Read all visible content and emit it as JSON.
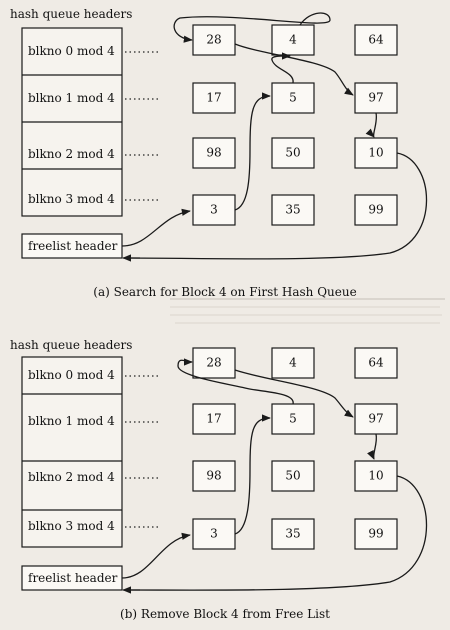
{
  "panels": [
    {
      "id": "a",
      "header": "hash queue headers",
      "rows": [
        "blkno 0 mod 4",
        "blkno 1 mod 4",
        "blkno 2 mod 4",
        "blkno 3 mod 4"
      ],
      "blocks": [
        [
          "28",
          "4",
          "64"
        ],
        [
          "17",
          "5",
          "97"
        ],
        [
          "98",
          "50",
          "10"
        ],
        [
          "3",
          "35",
          "99"
        ]
      ],
      "freelist": "freelist header",
      "caption": "(a) Search for Block 4 on First Hash Queue"
    },
    {
      "id": "b",
      "header": "hash queue headers",
      "rows": [
        "blkno 0 mod 4",
        "blkno 1 mod 4",
        "blkno 2 mod 4",
        "blkno 3 mod 4"
      ],
      "blocks": [
        [
          "28",
          "4",
          "64"
        ],
        [
          "17",
          "5",
          "97"
        ],
        [
          "98",
          "50",
          "10"
        ],
        [
          "3",
          "35",
          "99"
        ]
      ],
      "freelist": "freelist header",
      "caption": "(b) Remove Block 4 from Free List"
    }
  ]
}
